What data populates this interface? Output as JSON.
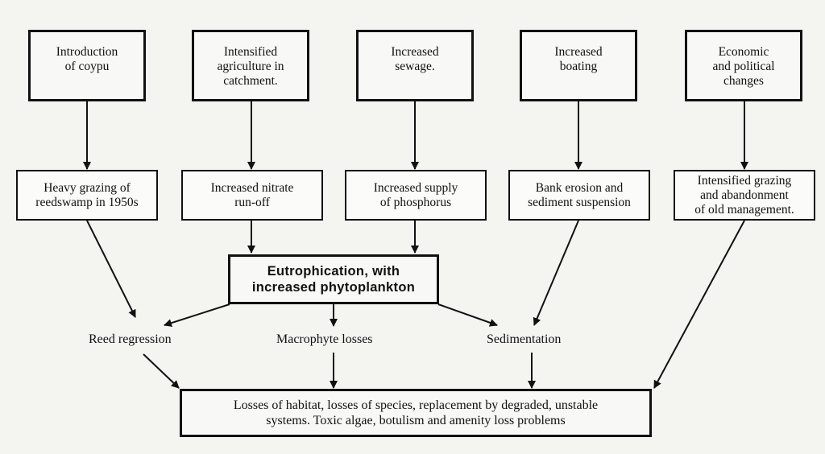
{
  "top_causes": [
    {
      "text": "Introduction\nof coypu"
    },
    {
      "text": "Intensified\nagriculture in\ncatchment."
    },
    {
      "text": "Increased\nsewage."
    },
    {
      "text": "Increased\nboating"
    },
    {
      "text": "Economic\nand political\nchanges"
    }
  ],
  "effects": [
    {
      "text": "Heavy grazing of\nreedswamp in 1950s"
    },
    {
      "text": "Increased nitrate\nrun-off"
    },
    {
      "text": "Increased supply\nof phosphorus"
    },
    {
      "text": "Bank erosion and\nsediment suspension"
    },
    {
      "text": "Intensified grazing\nand abandonment\nof old management."
    }
  ],
  "central": {
    "text": "Eutrophication, with\nincreased phytoplankton"
  },
  "outcomes": {
    "reed": "Reed regression",
    "macrophyte": "Macrophyte losses",
    "sedimentation": "Sedimentation"
  },
  "final": {
    "text": "Losses of habitat, losses of species, replacement by degraded, unstable\nsystems. Toxic algae, botulism and amenity loss problems"
  }
}
